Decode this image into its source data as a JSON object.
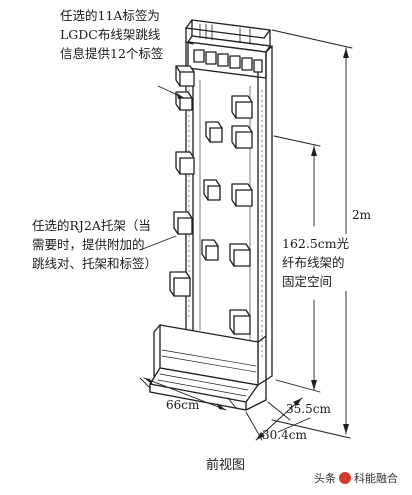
{
  "labels": {
    "label_11a": [
      "任选的11A标签为",
      "LGDC布线架跳线",
      "信息提供12个标签"
    ],
    "label_rj2a": [
      "任选的RJ2A托架（当",
      "需要时，提供附加的",
      "跳线对、托架和标签）"
    ],
    "label_space": [
      "162.5cm光",
      "纤布线架的",
      "固定空间"
    ]
  },
  "dimensions": {
    "height_total": "2m",
    "width": "66cm",
    "depth_a": "35.5cm",
    "depth_b": "30.4cm"
  },
  "caption": "前视图",
  "watermark": {
    "prefix": "头条",
    "handle": "科能融合"
  }
}
